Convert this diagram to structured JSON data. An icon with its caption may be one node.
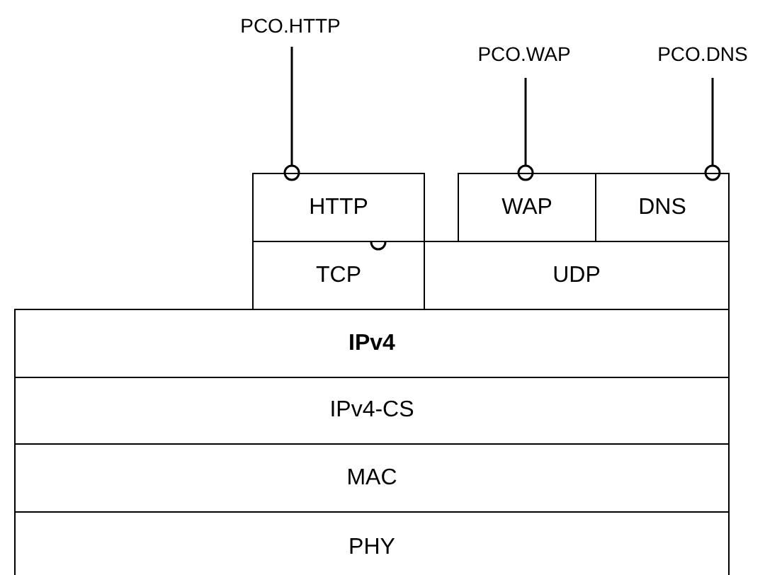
{
  "diagram": {
    "nodes": [
      {
        "text": [
          "PCO.HTTP"
        ]
      },
      {
        "text": [
          "PCO.WAP"
        ]
      },
      {
        "text": [
          "PCO.DNS"
        ]
      },
      {
        "text": [
          "HTTP"
        ]
      },
      {
        "text": [
          "WAP"
        ]
      },
      {
        "text": [
          "DNS"
        ]
      },
      {
        "text": [
          "TCP"
        ]
      },
      {
        "text": [
          "UDP"
        ]
      },
      {
        "text": [
          "IPv4"
        ]
      },
      {
        "text": [
          "IPv4-CS"
        ]
      },
      {
        "text": [
          "MAC"
        ]
      },
      {
        "text": [
          "PHY"
        ]
      }
    ],
    "edges": [
      {
        "from": 0,
        "to": 3,
        "arrow": "other"
      },
      {
        "from": 1,
        "to": 4,
        "arrow": "other"
      },
      {
        "from": 2,
        "to": 5,
        "arrow": "other"
      }
    ]
  }
}
